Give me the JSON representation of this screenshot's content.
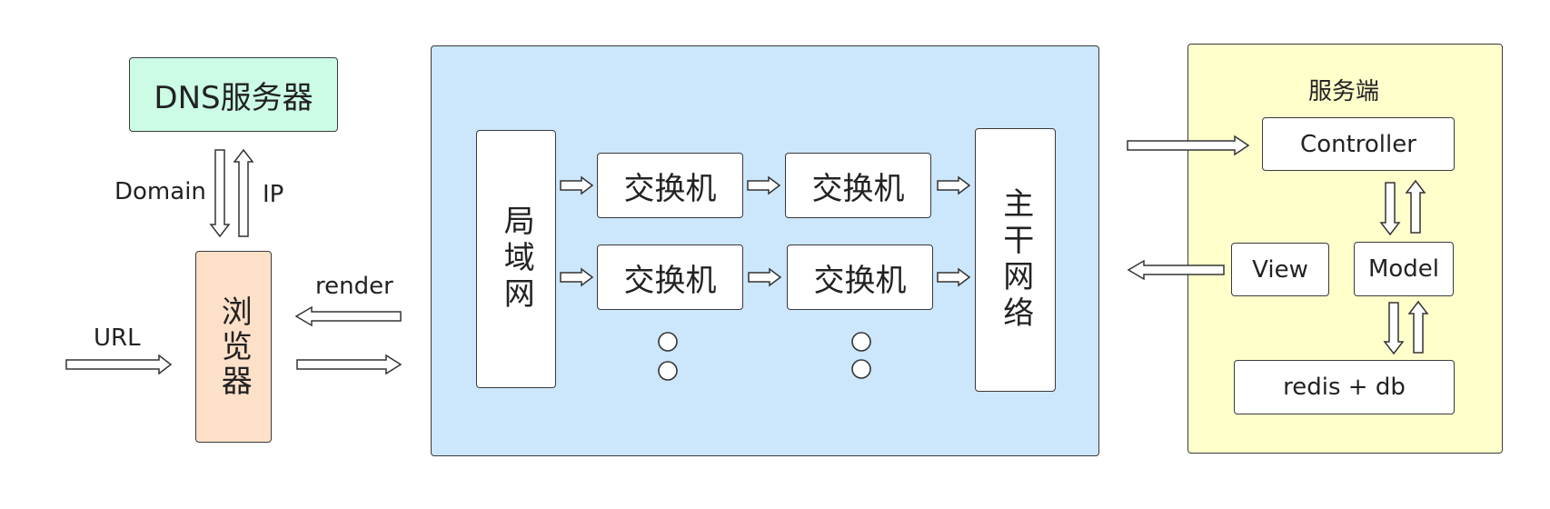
{
  "dns": {
    "label": "DNS服务器",
    "color": "#ccfbe6"
  },
  "browser": {
    "label": "浏览器",
    "color": "#fde0c8"
  },
  "labels": {
    "domain": "Domain",
    "ip": "IP",
    "url": "URL",
    "render": "render"
  },
  "network": {
    "color": "#cce6fc",
    "lan": "局域网",
    "backbone": "主干网络",
    "switches": [
      "交换机",
      "交换机",
      "交换机",
      "交换机"
    ]
  },
  "server": {
    "color": "#ffffcc",
    "title": "服务端",
    "controller": "Controller",
    "view": "View",
    "model": "Model",
    "storage": "redis + db"
  }
}
